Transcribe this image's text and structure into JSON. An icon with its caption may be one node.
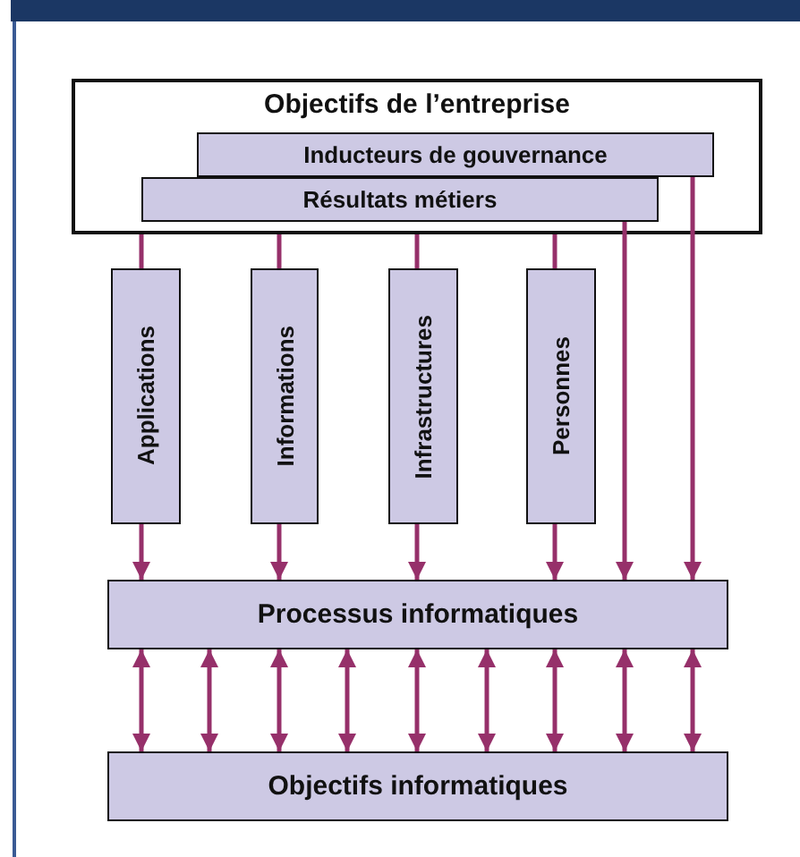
{
  "diagram": {
    "nodes": [
      {
        "text": [
          "Objectifs de l’entreprise"
        ]
      },
      {
        "text": [
          "Inducteurs de gouvernance"
        ],
        "in": 0
      },
      {
        "text": [
          "Résultats métiers"
        ],
        "in": 0
      },
      {
        "text": [
          "Applications"
        ]
      },
      {
        "text": [
          "Informations"
        ]
      },
      {
        "text": [
          "Infrastructures"
        ]
      },
      {
        "text": [
          "Personnes"
        ]
      },
      {
        "text": [
          "Processus informatiques"
        ]
      },
      {
        "text": [
          "Objectifs informatiques"
        ]
      }
    ],
    "edges": [
      {
        "from": 0,
        "to": 3,
        "arrow": "none"
      },
      {
        "from": 0,
        "to": 4,
        "arrow": "none"
      },
      {
        "from": 0,
        "to": 5,
        "arrow": "none"
      },
      {
        "from": 0,
        "to": 6,
        "arrow": "none"
      },
      {
        "from": 3,
        "to": 7,
        "arrow": "to"
      },
      {
        "from": 4,
        "to": 7,
        "arrow": "to"
      },
      {
        "from": 5,
        "to": 7,
        "arrow": "to"
      },
      {
        "from": 6,
        "to": 7,
        "arrow": "to"
      },
      {
        "from": 2,
        "to": 7,
        "arrow": "to"
      },
      {
        "from": 1,
        "to": 7,
        "arrow": "to"
      },
      {
        "from": 7,
        "to": 8,
        "arrow": "both"
      },
      {
        "from": 7,
        "to": 8,
        "arrow": "both"
      },
      {
        "from": 7,
        "to": 8,
        "arrow": "both"
      },
      {
        "from": 7,
        "to": 8,
        "arrow": "both"
      },
      {
        "from": 7,
        "to": 8,
        "arrow": "both"
      },
      {
        "from": 7,
        "to": 8,
        "arrow": "both"
      },
      {
        "from": 7,
        "to": 8,
        "arrow": "both"
      },
      {
        "from": 7,
        "to": 8,
        "arrow": "both"
      },
      {
        "from": 7,
        "to": 8,
        "arrow": "both"
      }
    ]
  }
}
